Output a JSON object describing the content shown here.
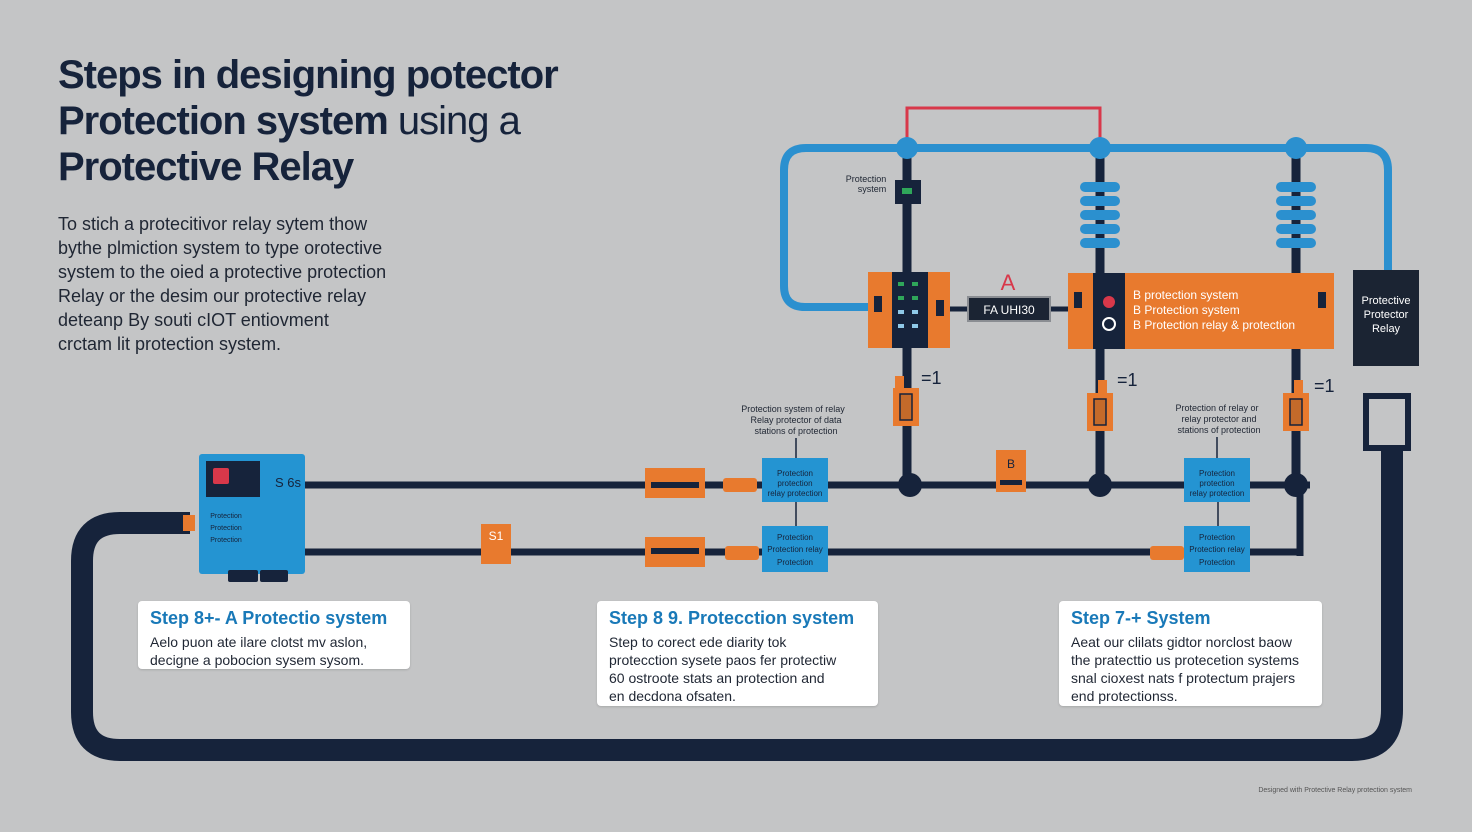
{
  "title": {
    "line1": "Steps in designing potector",
    "line2a": "Protection system",
    "line2b": " using a",
    "line3": "Protective Relay"
  },
  "intro": [
    "To stich a protecitivor relay sytem thow",
    "bythe plmiction system to type orotective",
    "system to the oied a protective protection",
    "Relay or the desim our protective relay",
    "deteanp By souti cIOT entiovment",
    "crctam lit protection system."
  ],
  "diagram": {
    "label_protection_system": [
      "Protection",
      "system"
    ],
    "label_a": "A",
    "label_b": "B",
    "label_s1": "S1",
    "display_value": "FA UHI30",
    "minus_labels": [
      "=1",
      "=1",
      "=1"
    ],
    "orange_box_lines": [
      "B protection system",
      "B Protection system",
      "B Protection relay & protection"
    ],
    "relay_box_lines": [
      "Protective",
      "Protector",
      "Relay"
    ],
    "annotation_left": [
      "Protection system of relay",
      "Relay protector of data",
      "stations of protection"
    ],
    "annotation_right": [
      "Protection of relay or",
      "relay protector and",
      "stations of protection"
    ],
    "blue_modules": [
      [
        "Protection",
        "protection",
        "relay protection"
      ],
      [
        "Protection",
        "Protection relay",
        "Protection"
      ],
      [
        "Protection",
        "protection",
        "relay protection"
      ],
      [
        "Protection",
        "Protection relay",
        "Protection"
      ]
    ],
    "controller_text": [
      "S 6s",
      "Protection",
      "Protection",
      "Protection"
    ],
    "colors": {
      "navy": "#16233b",
      "blue_pipe": "#2b90cf",
      "orange": "#e87a2e",
      "red_wire": "#d8384a",
      "module_blue": "#2494d2",
      "relay_dark": "#1b2433"
    }
  },
  "callouts": [
    {
      "heading": "Step 8+- A Protectio system",
      "lines": [
        "Aelo puon ate ilare clotst mv aslon,",
        "decigne a pobocion sysem sysom."
      ]
    },
    {
      "heading": "Step 8 9. Protecction system",
      "lines": [
        "Step to corect ede diarity tok",
        "protecction sysete paos fer protectiw",
        "60 ostroote stats an protection and",
        "en decdona ofsaten."
      ]
    },
    {
      "heading": "Step 7-+ System",
      "lines": [
        "Aeat our clilats gidtor norclost baow",
        "the pratecttio us protecetion systems",
        "snal cioxest nats f protectum prajers",
        "end protectionss."
      ]
    }
  ],
  "footer": "Designed with Protective Relay protection system"
}
